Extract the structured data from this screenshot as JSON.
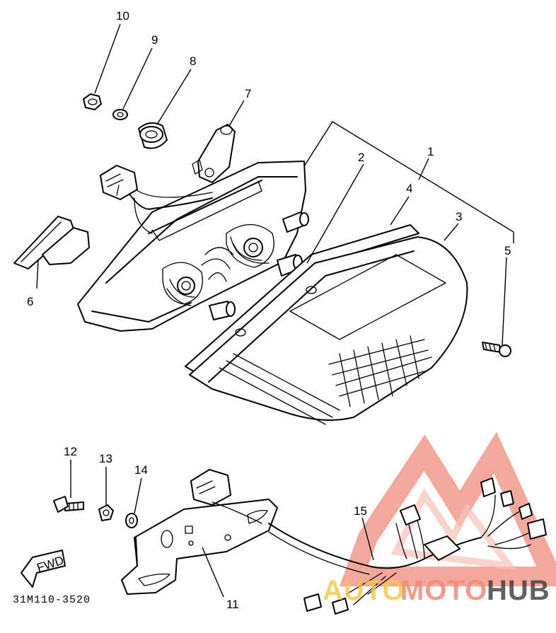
{
  "callouts": {
    "c1": "1",
    "c2": "2",
    "c3": "3",
    "c4": "4",
    "c5": "5",
    "c6": "6",
    "c7": "7",
    "c8": "8",
    "c9": "9",
    "c10": "10",
    "c11": "11",
    "c12": "12",
    "c13": "13",
    "c14": "14",
    "c15": "15"
  },
  "diagram_code": "31M110-3520",
  "fwd_mark": "FWD",
  "watermark": {
    "part1": "AUTO",
    "part2": "MOTO",
    "part3": "HUB",
    "color_main": "#f08a7a",
    "color_light": "#f7c2b8",
    "color_dark": "#3a3a3a",
    "color_yellow": "#f2c84a"
  }
}
